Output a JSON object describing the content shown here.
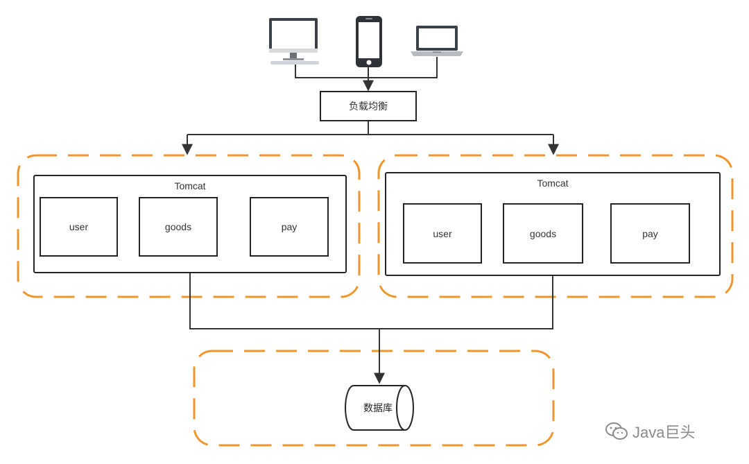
{
  "load_balancer": {
    "label": "负载均衡"
  },
  "servers": [
    {
      "title": "Tomcat",
      "modules": [
        "user",
        "goods",
        "pay"
      ]
    },
    {
      "title": "Tomcat",
      "modules": [
        "user",
        "goods",
        "pay"
      ]
    }
  ],
  "database": {
    "label": "数据库"
  },
  "watermark": {
    "text": "Java巨头"
  },
  "colors": {
    "cluster_border": "#f0962d",
    "line": "#333333",
    "device_dark": "#3c4148",
    "device_screen": "#ffffff"
  },
  "icons": [
    "desktop-monitor-icon",
    "smartphone-icon",
    "laptop-icon",
    "wechat-icon"
  ]
}
